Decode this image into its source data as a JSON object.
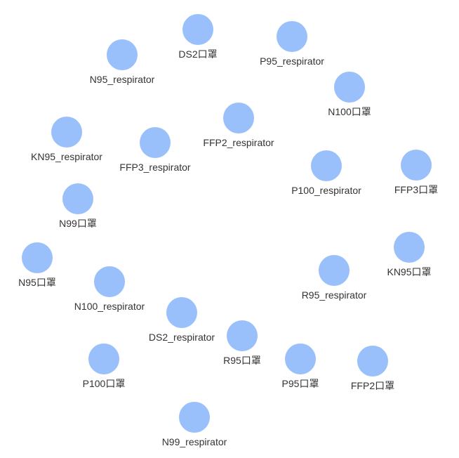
{
  "graph": {
    "node_color": "#99c0fb",
    "label_color": "#333333",
    "nodes": [
      {
        "id": "n95-respirator",
        "label": "N95_respirator"
      },
      {
        "id": "ds2-mask",
        "label": "DS2口罩"
      },
      {
        "id": "p95-respirator",
        "label": "P95_respirator"
      },
      {
        "id": "n100-mask",
        "label": "N100口罩"
      },
      {
        "id": "ffp2-respirator",
        "label": "FFP2_respirator"
      },
      {
        "id": "kn95-respirator",
        "label": "KN95_respirator"
      },
      {
        "id": "ffp3-respirator",
        "label": "FFP3_respirator"
      },
      {
        "id": "p100-respirator",
        "label": "P100_respirator"
      },
      {
        "id": "ffp3-mask",
        "label": "FFP3口罩"
      },
      {
        "id": "n99-mask",
        "label": "N99口罩"
      },
      {
        "id": "n95-mask",
        "label": "N95口罩"
      },
      {
        "id": "kn95-mask",
        "label": "KN95口罩"
      },
      {
        "id": "n100-respirator",
        "label": "N100_respirator"
      },
      {
        "id": "r95-respirator",
        "label": "R95_respirator"
      },
      {
        "id": "ds2-respirator",
        "label": "DS2_respirator"
      },
      {
        "id": "r95-mask",
        "label": "R95口罩"
      },
      {
        "id": "p100-mask",
        "label": "P100口罩"
      },
      {
        "id": "p95-mask",
        "label": "P95口罩"
      },
      {
        "id": "ffp2-mask",
        "label": "FFP2口罩"
      },
      {
        "id": "n99-respirator",
        "label": "N99_respirator"
      }
    ]
  }
}
